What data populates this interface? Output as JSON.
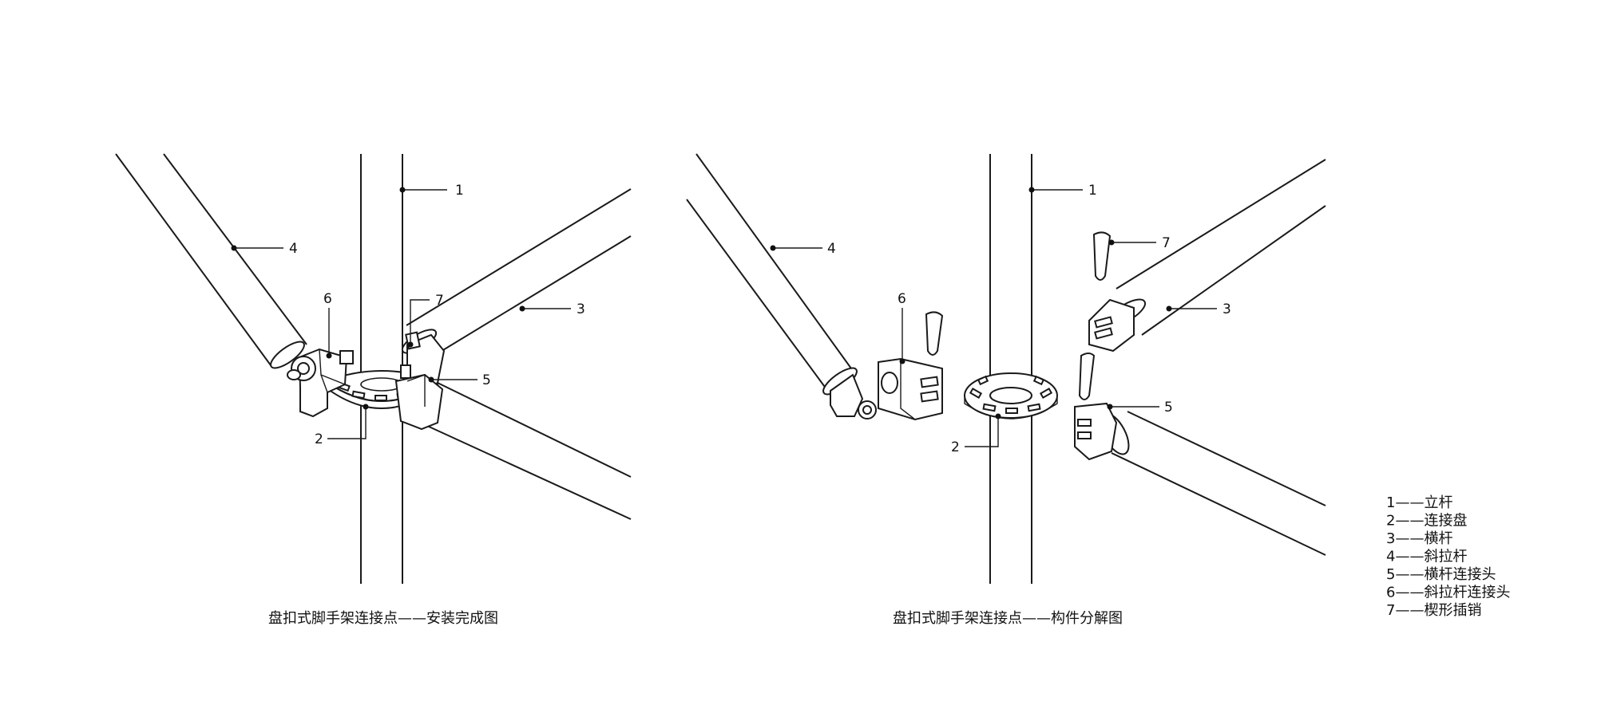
{
  "left_diagram": {
    "caption": "盘扣式脚手架连接点——安装完成图",
    "callouts": {
      "c1": "1",
      "c2": "2",
      "c3": "3",
      "c4": "4",
      "c5": "5",
      "c6": "6",
      "c7": "7"
    }
  },
  "right_diagram": {
    "caption": "盘扣式脚手架连接点——构件分解图",
    "callouts": {
      "c1": "1",
      "c2": "2",
      "c3": "3",
      "c4": "4",
      "c5": "5",
      "c6": "6",
      "c7": "7"
    }
  },
  "legend": [
    {
      "num": "1",
      "name": "立杆"
    },
    {
      "num": "2",
      "name": "连接盘"
    },
    {
      "num": "3",
      "name": "横杆"
    },
    {
      "num": "4",
      "name": "斜拉杆"
    },
    {
      "num": "5",
      "name": "横杆连接头"
    },
    {
      "num": "6",
      "name": "斜拉杆连接头"
    },
    {
      "num": "7",
      "name": "楔形插销"
    }
  ],
  "legend_separator": "——",
  "colors": {
    "line": "#1a1a1a",
    "background": "#ffffff"
  }
}
